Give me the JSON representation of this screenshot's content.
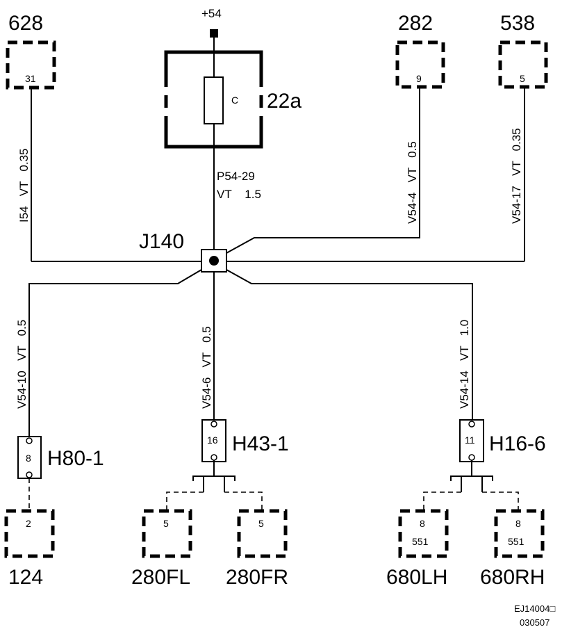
{
  "supply": {
    "label": "+54"
  },
  "fuse": {
    "label": "C",
    "id": "22a"
  },
  "junction": {
    "id": "J140"
  },
  "main_wire": {
    "code": "P54-29",
    "spec": "VT    1.5"
  },
  "modules": {
    "m628": {
      "id": "628",
      "pin": "31"
    },
    "m282": {
      "id": "282",
      "pin": "9"
    },
    "m538": {
      "id": "538",
      "pin": "5"
    },
    "m124": {
      "id": "124",
      "pin": "2"
    },
    "m280fl": {
      "id": "280FL",
      "pin": "5"
    },
    "m280fr": {
      "id": "280FR",
      "pin": "5"
    },
    "m680lh": {
      "id": "680LH",
      "pin": "8",
      "sub": "551"
    },
    "m680rh": {
      "id": "680RH",
      "pin": "8",
      "sub": "551"
    }
  },
  "connectors": {
    "h80": {
      "id": "H80-1",
      "pin": "8"
    },
    "h43": {
      "id": "H43-1",
      "pin": "16"
    },
    "h16": {
      "id": "H16-6",
      "pin": "11"
    }
  },
  "wires": {
    "w628": "I54   VT   0.35",
    "w282": "V54-4   VT   0.5",
    "w538": "V54-17   VT   0.35",
    "w124": "V54-10   VT   0.5",
    "w280": "V54-6   VT   0.5",
    "w680": "V54-14   VT   1.0"
  },
  "footer": {
    "code": "EJ14004□",
    "date": "030507"
  }
}
